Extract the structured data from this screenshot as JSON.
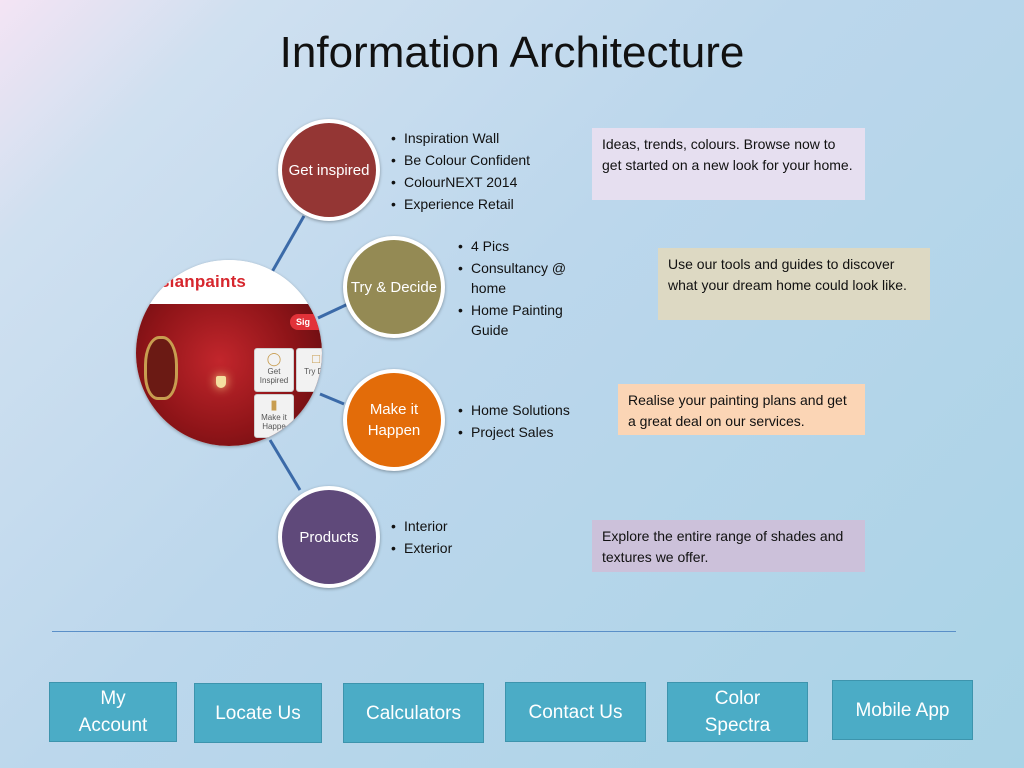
{
  "title": "Information Architecture",
  "hub": {
    "logo_text": "sianpaints",
    "tag_text": "Sig",
    "tile1_label": "Get Inspired",
    "tile2_label": "Try De",
    "tile3_label": "Make it Happe"
  },
  "nodes": [
    {
      "label": "Get inspired",
      "color": "#943634",
      "bullets": [
        "Inspiration Wall",
        "Be Colour Confident",
        "ColourNEXT 2014",
        "Experience Retail"
      ],
      "description": "Ideas, trends, colours. Browse now to get started on a new look for your home.",
      "desc_color": "#e6dff0"
    },
    {
      "label": "Try & Decide",
      "color": "#948a54",
      "bullets": [
        "4 Pics",
        "Consultancy @ home",
        "Home Painting Guide"
      ],
      "description": "Use our tools and guides to discover what your dream home could look like.",
      "desc_color": "#ddd9c3"
    },
    {
      "label": "Make it Happen",
      "color": "#e36c09",
      "bullets": [
        "Home Solutions",
        "Project Sales"
      ],
      "description": "Realise your painting plans and get a great deal on our services.",
      "desc_color": "#fbd5b5"
    },
    {
      "label": "Products",
      "color": "#5f497a",
      "bullets": [
        "Interior",
        "Exterior"
      ],
      "description": "Explore the entire range of shades and textures we offer.",
      "desc_color": "#ccc1da"
    }
  ],
  "nav": [
    {
      "label": "My Account"
    },
    {
      "label": "Locate Us"
    },
    {
      "label": "Calculators"
    },
    {
      "label": "Contact Us"
    },
    {
      "label": "Color Spectra"
    },
    {
      "label": "Mobile App"
    }
  ],
  "colors": {
    "nav_button": "#4bacc6",
    "connector": "#3b6aa8",
    "divider": "#5a8fc8"
  }
}
